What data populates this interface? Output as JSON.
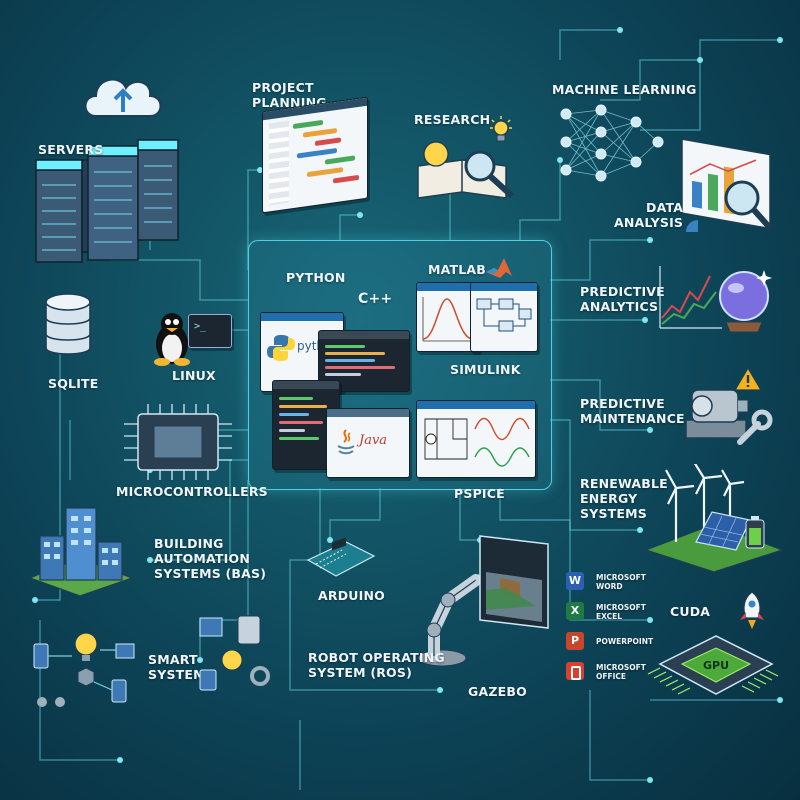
{
  "labels": {
    "servers": "SERVERS",
    "project_planning": "PROJECT\nPLANNING",
    "research": "RESEARCH",
    "machine_learning": "MACHINE LEARNING",
    "data_analysis": "DATA\nANALYSIS",
    "sqlite": "SQLITE",
    "linux": "LINUX",
    "python": "PYTHON",
    "cpp": "C++",
    "matlab": "MATLAB",
    "simulink": "SIMULINK",
    "pspice": "PSPICE",
    "predictive_analytics": "PREDICTIVE\nANALYTICS",
    "predictive_maintenance": "PREDICTIVE\nMAINTENANCE",
    "microcontrollers": "MICROCONTROLLERS",
    "renewable_energy": "RENEWABLE\nENERGY\nSYSTEMS",
    "bas": "BUILDING\nAUTOMATION\nSYSTEMS (BAS)",
    "arduino": "ARDUINO",
    "cuda": "CUDA",
    "smart_systems": "SMART\nSYSTEMS",
    "ros": "ROBOT OPERATING\nSYSTEM (ROS)",
    "gazebo": "GAZEBO",
    "ms_word": "MICROSOFT\nWORD",
    "ms_excel": "MICROSOFT\nEXCEL",
    "powerpoint": "POWERPOINT",
    "ms_office": "MICROSOFT\nOFFICE"
  },
  "logo_text": {
    "python": "python",
    "java": "Java",
    "gpu": "GPU",
    "terminal": ">_"
  },
  "colors": {
    "accent": "#4fd0e0",
    "trace": "#5fc6d6",
    "label": "#eef6fa"
  },
  "icons": [
    "cloud-upload-icon",
    "server-rack-icon",
    "gantt-chart-icon",
    "lightbulb-icon",
    "magnifier-icon",
    "neural-network-icon",
    "bar-chart-icon",
    "database-icon",
    "tux-penguin-icon",
    "terminal-icon",
    "python-logo-icon",
    "matlab-logo-icon",
    "java-logo-icon",
    "crystal-ball-icon",
    "trend-line-icon",
    "gear-motor-icon",
    "warning-icon",
    "wrench-icon",
    "chip-icon",
    "wind-turbine-icon",
    "solar-panel-icon",
    "battery-icon",
    "building-icon",
    "arduino-board-icon",
    "robot-arm-icon",
    "monitor-icon",
    "word-icon",
    "excel-icon",
    "powerpoint-icon",
    "office-icon",
    "gpu-chip-icon",
    "rocket-icon",
    "smart-devices-icon"
  ]
}
